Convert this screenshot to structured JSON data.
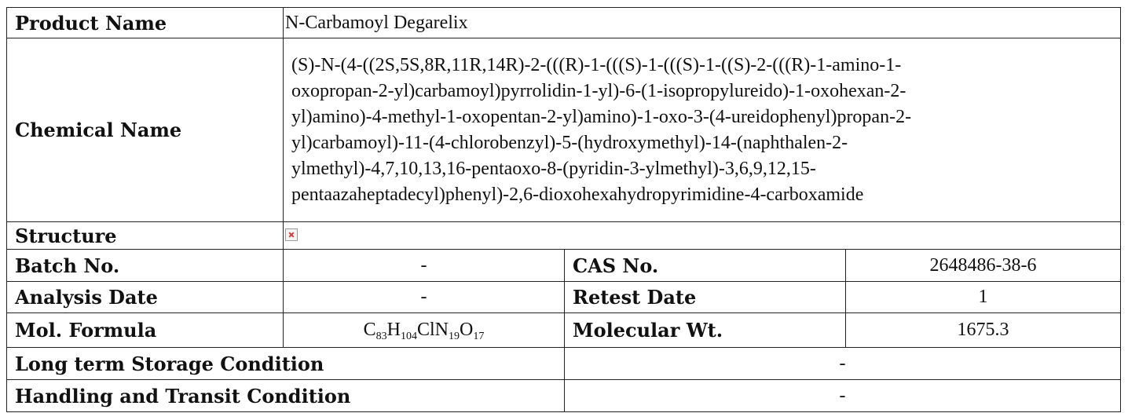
{
  "product_name": {
    "label": "Product Name",
    "value": "N-Carbamoyl Degarelix"
  },
  "chemical_name": {
    "label": "Chemical Name",
    "lines": [
      "(S)-N-(4-((2S,5S,8R,11R,14R)-2-(((R)-1-(((S)-1-(((S)-1-((S)-2-(((R)-1-amino-1-",
      "oxopropan-2-yl)carbamoyl)pyrrolidin-1-yl)-6-(1-isopropylureido)-1-oxohexan-2-",
      "yl)amino)-4-methyl-1-oxopentan-2-yl)amino)-1-oxo-3-(4-ureidophenyl)propan-2-",
      "yl)carbamoyl)-11-(4-chlorobenzyl)-5-(hydroxymethyl)-14-(naphthalen-2-",
      "ylmethyl)-4,7,10,13,16-pentaoxo-8-(pyridin-3-ylmethyl)-3,6,9,12,15-",
      "pentaazaheptadecyl)phenyl)-2,6-dioxohexahydropyrimidine-4-carboxamide"
    ]
  },
  "structure": {
    "label": "Structure"
  },
  "batch_no": {
    "label": "Batch No.",
    "value": "-"
  },
  "cas_no": {
    "label": "CAS No.",
    "value": "2648486-38-6"
  },
  "analysis_date": {
    "label": "Analysis Date",
    "value": "-"
  },
  "retest_date": {
    "label": "Retest Date",
    "value": "1"
  },
  "mol_formula": {
    "label": "Mol. Formula",
    "parts": [
      {
        "el": "C",
        "n": "83"
      },
      {
        "el": "H",
        "n": "104"
      },
      {
        "el": "ClN",
        "n": "19"
      },
      {
        "el": "O",
        "n": "17"
      }
    ]
  },
  "molecular_wt": {
    "label": "Molecular Wt.",
    "value": "1675.3"
  },
  "long_term_storage": {
    "label": "Long term Storage Condition",
    "value": "-"
  },
  "handling_transit": {
    "label": "Handling and Transit Condition",
    "value": "-"
  }
}
